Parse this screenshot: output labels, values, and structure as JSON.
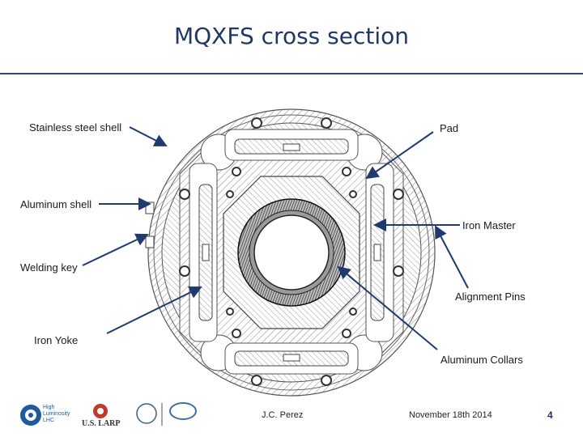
{
  "slide": {
    "title": "MQXFS cross section"
  },
  "labels": {
    "stainless_steel_shell": "Stainless steel shell",
    "pad": "Pad",
    "aluminum_shell": "Aluminum shell",
    "iron_master": "Iron Master",
    "welding_key": "Welding key",
    "alignment_pins": "Alignment Pins",
    "iron_yoke": "Iron Yoke",
    "aluminum_collars": "Aluminum Collars"
  },
  "footer": {
    "author": "J.C. Perez",
    "date": "November 18th 2014",
    "page": "4",
    "logo_hilumi_line1": "High",
    "logo_hilumi_line2": "Luminosity",
    "logo_hilumi_line3": "LHC",
    "logo_larp": "U.S. LARP"
  },
  "colors": {
    "title": "#1f3864",
    "arrow": "#1f3a6e",
    "rule": "#2e4a7a"
  }
}
